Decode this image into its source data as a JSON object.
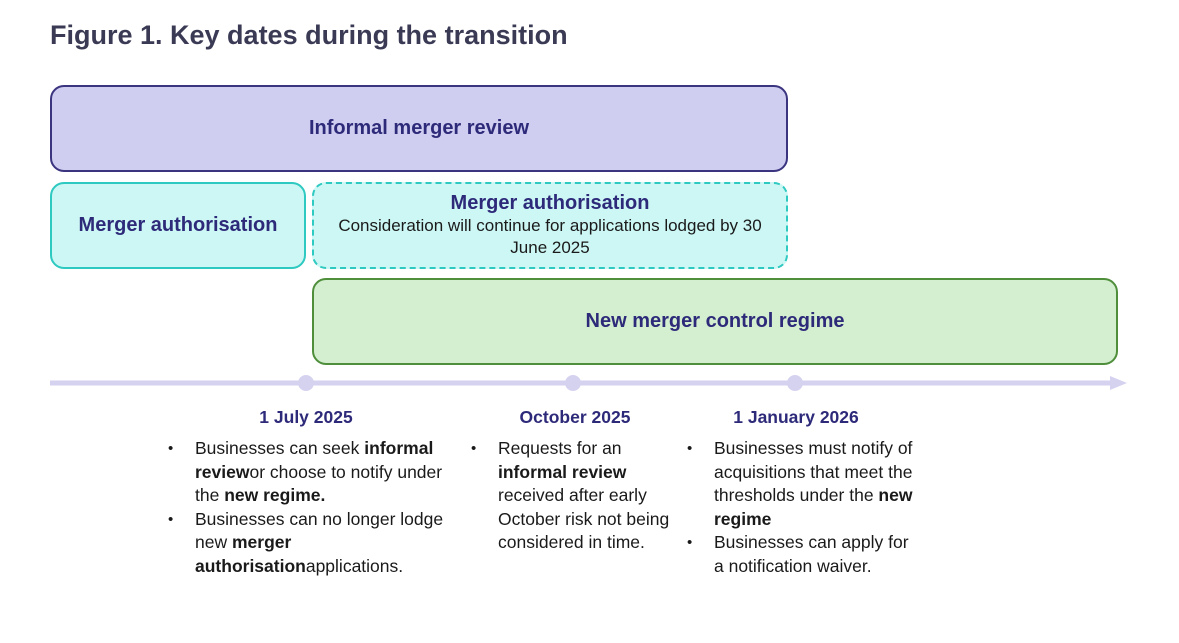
{
  "title": "Figure 1. Key dates during the transition",
  "bars": {
    "informal": {
      "label": "Informal merger review",
      "color": "#cfcdf0",
      "border": "#3b3580"
    },
    "auth_current": {
      "label": "Merger authorisation",
      "color": "#ccf7f4",
      "border": "#2ec9c0"
    },
    "auth_continue": {
      "label": "Merger authorisation",
      "subtitle": "Consideration will continue for applications lodged by 30 June 2025",
      "color": "#ccf7f4",
      "border": "#2ec9c0"
    },
    "regime": {
      "label": "New merger control regime",
      "color": "#d4efcf",
      "border": "#4f8f3c"
    }
  },
  "timeline": {
    "color": "#d5d2f0"
  },
  "milestones": [
    {
      "date": "1 July 2025",
      "bullets": [
        [
          {
            "t": "Businesses can seek "
          },
          {
            "t": "informal review",
            "b": true
          },
          {
            "t": "or choose to notify under the "
          },
          {
            "t": "new regime.",
            "b": true
          }
        ],
        [
          {
            "t": "Businesses can no longer lodge new "
          },
          {
            "t": "merger authorisation",
            "b": true
          },
          {
            "t": "applications."
          }
        ]
      ]
    },
    {
      "date": "October 2025",
      "bullets": [
        [
          {
            "t": "Requests for an "
          },
          {
            "t": "informal review",
            "b": true
          },
          {
            "t": " received after early October risk not being considered in time."
          }
        ]
      ]
    },
    {
      "date": "1 January 2026",
      "bullets": [
        [
          {
            "t": "Businesses must notify of acquisitions that meet the thresholds under the "
          },
          {
            "t": "new regime",
            "b": true
          }
        ],
        [
          {
            "t": "Businesses can apply for a notification waiver."
          }
        ]
      ]
    }
  ]
}
